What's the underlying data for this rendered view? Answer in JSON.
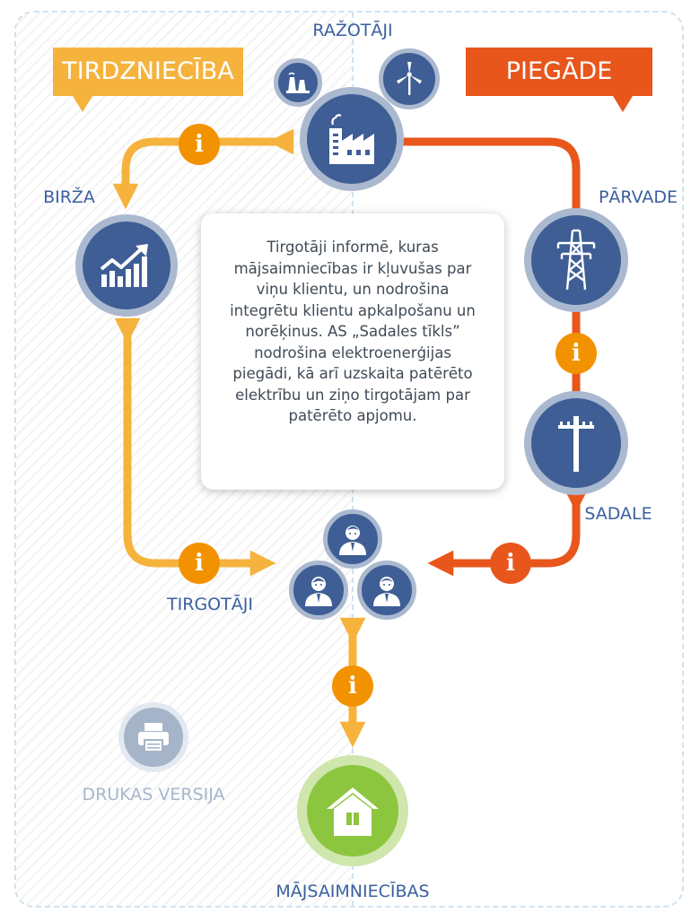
{
  "banners": {
    "trade": "TIRDZNIECĪBA",
    "supply": "PIEGĀDE"
  },
  "labels": {
    "producers": "RAŽOTĀJI",
    "exchange": "BIRŽA",
    "transmission": "PĀRVADE",
    "distribution": "SADALE",
    "traders": "TIRGOTĀJI",
    "households": "MĀJSAIMNIECĪBAS",
    "print_version": "DRUKAS VERSIJA"
  },
  "info_glyph": "i",
  "description": "Tirgotāji informē, kuras mājsaimniecības ir kļuvušas par viņu klientu, un nodrošina integrētu klientu apkalpošanu un norēķinus. AS „Sadales tīkls” nodrošina elektroenerģijas piegādi, kā arī uzskaita patērēto elektrību un ziņo tirgotājam par patērēto apjomu.",
  "icons": {
    "factory": "factory-icon",
    "power_plant": "power-plant-icon",
    "wind_turbine": "wind-turbine-icon",
    "exchange": "rising-chart-icon",
    "transmission": "transmission-tower-icon",
    "distribution": "utility-pole-icon",
    "trader": "person-icon",
    "household": "house-icon",
    "print": "printer-icon",
    "info": "info-icon"
  },
  "colors": {
    "trade": "#f5b33d",
    "supply": "#e8561c",
    "info_orange": "#f29200",
    "node_blue": "#3e5e95",
    "node_ring": "#aab9cf",
    "household_green": "#8cc63f",
    "label_blue": "#3a5f9e",
    "print_gray": "#a7b6cd"
  }
}
